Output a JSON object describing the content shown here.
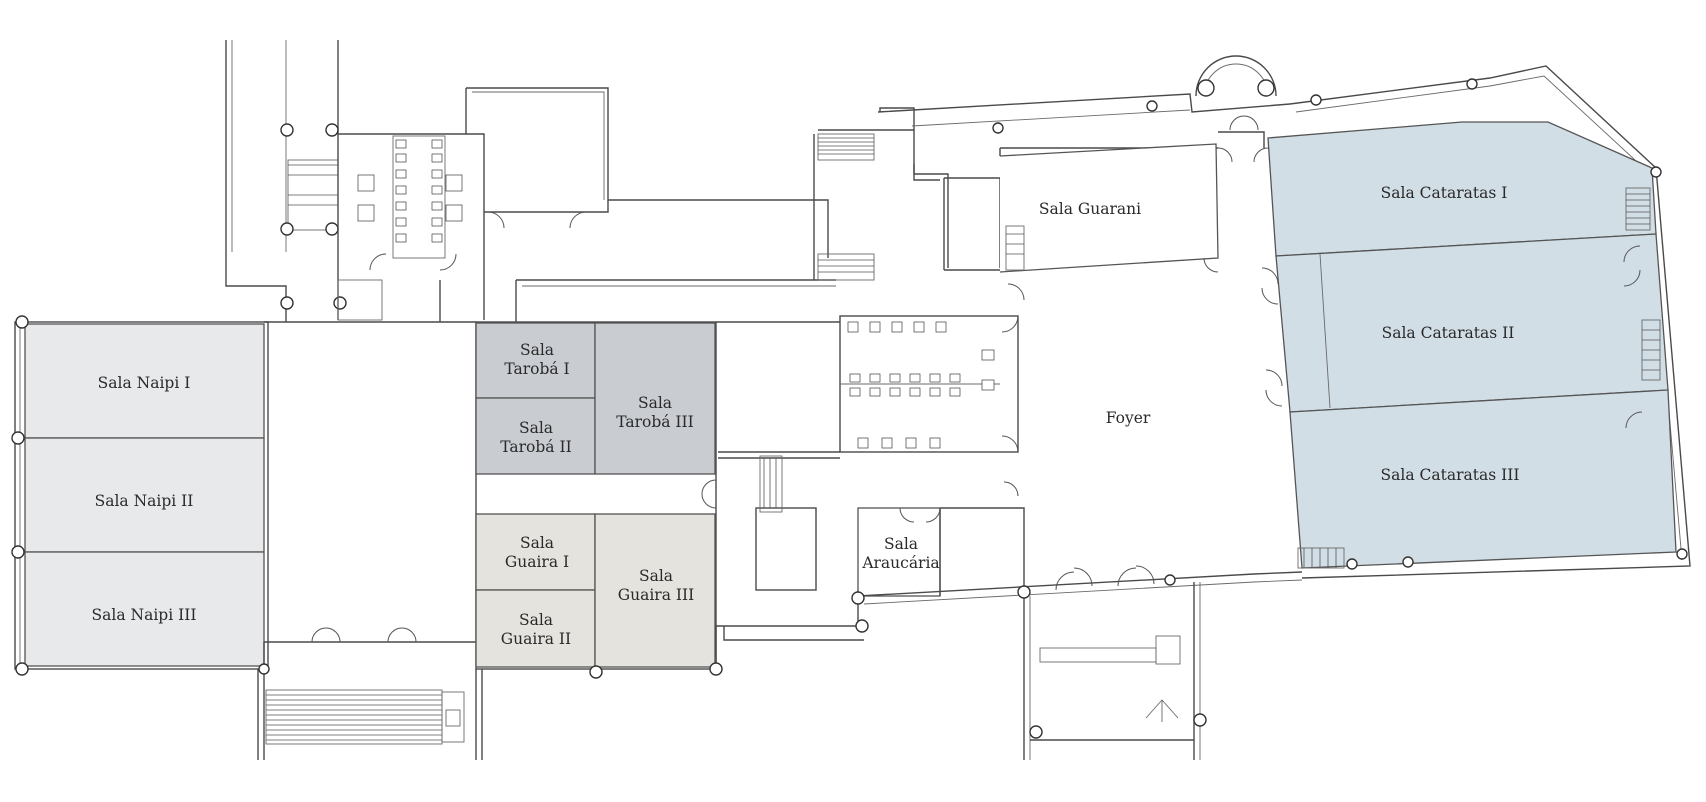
{
  "colors": {
    "naipi": "#e8e9eb",
    "taroba": "#c9ccd1",
    "guaira": "#e4e3de",
    "cataratas": "#d2dee6",
    "walls": "#4a4a4a"
  },
  "rooms": {
    "naipi_1": {
      "line1": "Sala Naipi I"
    },
    "naipi_2": {
      "line1": "Sala Naipi II"
    },
    "naipi_3": {
      "line1": "Sala Naipi III"
    },
    "taroba_1": {
      "line1": "Sala",
      "line2": "Tarobá I"
    },
    "taroba_2": {
      "line1": "Sala",
      "line2": "Tarobá II"
    },
    "taroba_3": {
      "line1": "Sala",
      "line2": "Tarobá III"
    },
    "guaira_1": {
      "line1": "Sala",
      "line2": "Guaira I"
    },
    "guaira_2": {
      "line1": "Sala",
      "line2": "Guaira II"
    },
    "guaira_3": {
      "line1": "Sala",
      "line2": "Guaira III"
    },
    "guarani": {
      "line1": "Sala Guarani"
    },
    "foyer": {
      "line1": "Foyer"
    },
    "araucaria": {
      "line1": "Sala",
      "line2": "Araucária"
    },
    "cataratas_1": {
      "line1": "Sala Cataratas I"
    },
    "cataratas_2": {
      "line1": "Sala Cataratas II"
    },
    "cataratas_3": {
      "line1": "Sala Cataratas III"
    }
  }
}
